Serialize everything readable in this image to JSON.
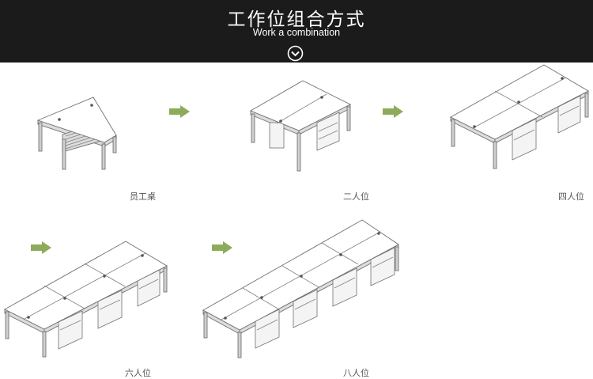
{
  "header": {
    "title": "工作位组合方式",
    "subtitle": "Work a combination",
    "background": "#1b1b1b",
    "scroll_icon": "chevron-down-circle-icon"
  },
  "arrow_color": "#8dab5a",
  "layouts": [
    {
      "label": "员工桌"
    },
    {
      "label": "二人位"
    },
    {
      "label": "四人位"
    },
    {
      "label": "六人位"
    },
    {
      "label": "八人位"
    }
  ]
}
